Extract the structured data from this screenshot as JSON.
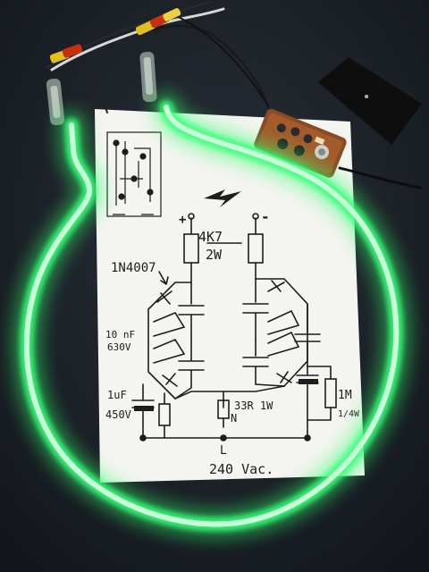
{
  "photo": {
    "kind": "photograph",
    "background_color": "#1c222a",
    "paper_color": "#f4f4f0",
    "ink_color": "#1d1d1d",
    "glow_color": "#39ff7a"
  },
  "schematic": {
    "resistor_top": "4K7",
    "resistor_top_power": "2W",
    "plus_terminal": "+",
    "minus_terminal": "-",
    "diode_label": "1N4007",
    "cap1_value": "10 nF",
    "cap1_voltage": "630V",
    "cap2_value": "1uF",
    "cap2_voltage": "450V",
    "resistor_mid": "33R 1W",
    "neutral_label": "N",
    "resistor_right": "1M",
    "resistor_right_power": "1/4W",
    "line_label": "L",
    "supply_label": "240 Vac."
  }
}
